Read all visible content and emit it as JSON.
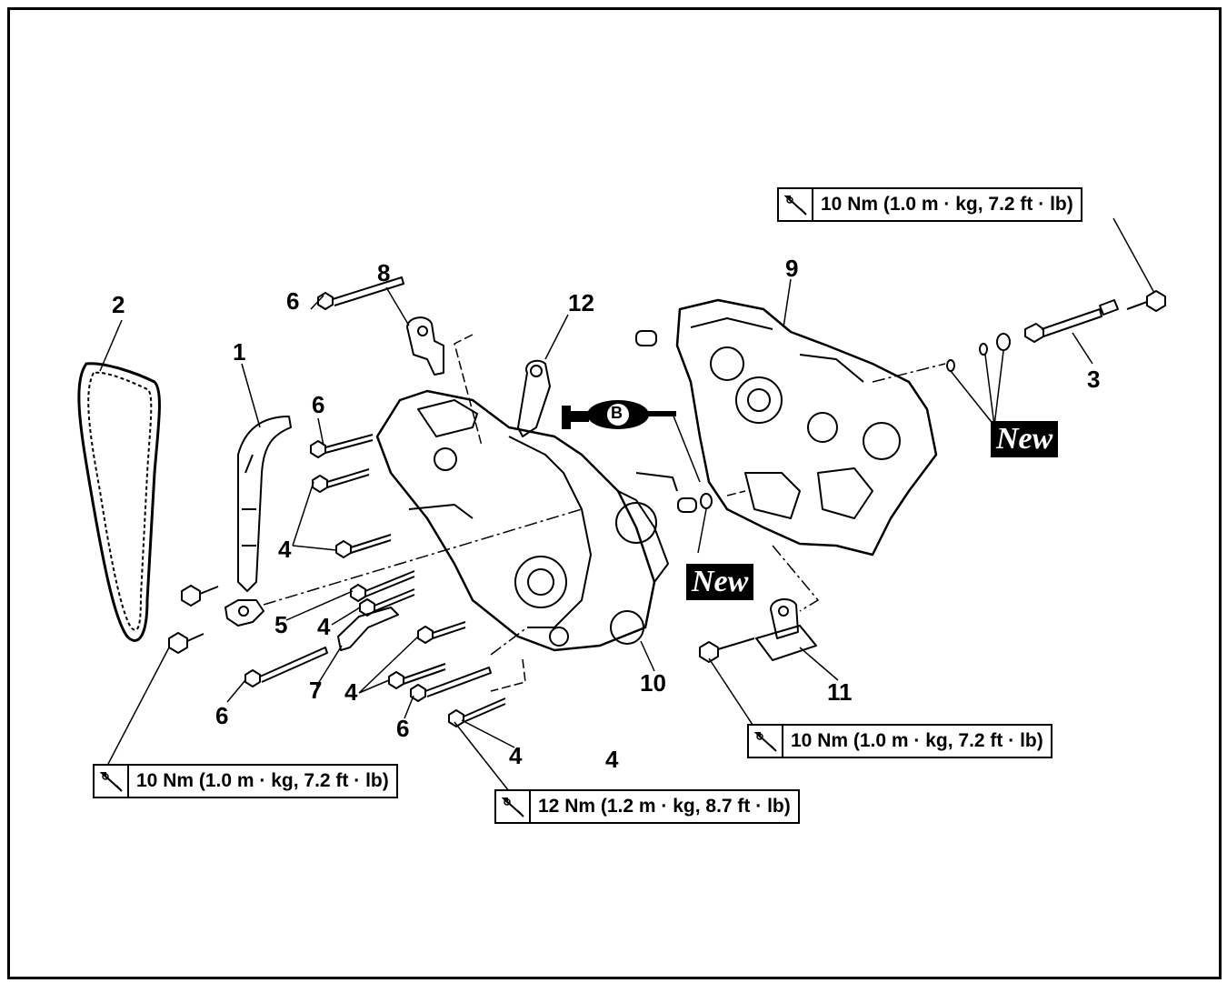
{
  "callouts": {
    "c1": "1",
    "c2": "2",
    "c3": "3",
    "c4a": "4",
    "c4b": "4",
    "c4c": "4",
    "c4d": "4",
    "c4e": "4",
    "c5": "5",
    "c6a": "6",
    "c6b": "6",
    "c6c": "6",
    "c6d": "6",
    "c7": "7",
    "c8": "8",
    "c9": "9",
    "c10": "10",
    "c11": "11",
    "c12": "12"
  },
  "torque": {
    "top_right": "10 Nm (1.0 m · kg, 7.2 ft · lb)",
    "bottom_left": "10 Nm (1.0 m · kg, 7.2 ft · lb)",
    "bottom_center": "12 Nm (1.2 m · kg, 8.7 ft · lb)",
    "bottom_right": "10 Nm (1.0 m · kg, 7.2 ft · lb)"
  },
  "new_tags": {
    "right": "New",
    "center": "New"
  },
  "sealant_letter": "B",
  "icons": {
    "torque": "torque-wrench-icon",
    "sealant": "sealant-tube-icon"
  }
}
